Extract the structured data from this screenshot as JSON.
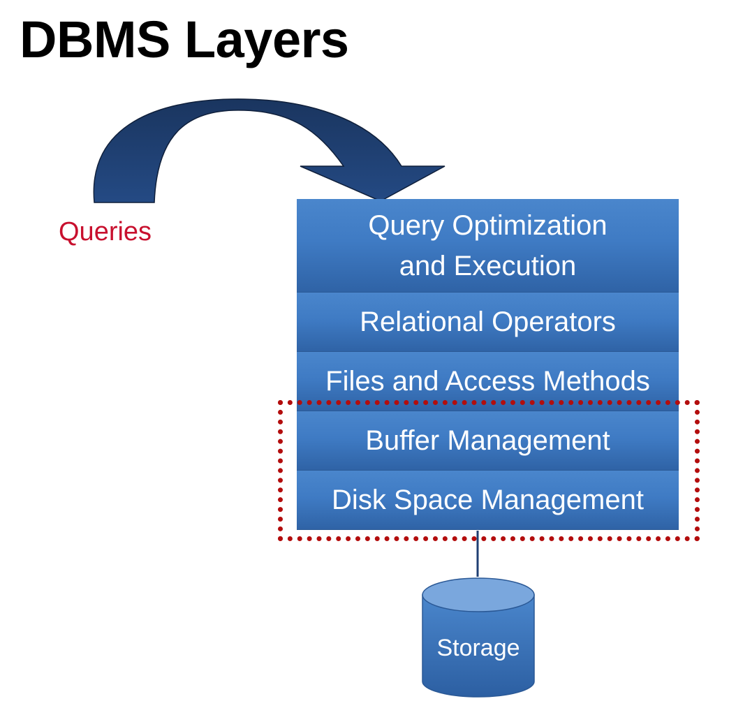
{
  "title": "DBMS Layers",
  "queries_label": "Queries",
  "layers": [
    {
      "line1": "Query Optimization",
      "line2": "and Execution"
    },
    {
      "label": "Relational Operators"
    },
    {
      "label": "Files and Access Methods"
    },
    {
      "label": "Buffer Management"
    },
    {
      "label": "Disk Space Management"
    }
  ],
  "storage_label": "Storage",
  "colors": {
    "layer_blue": "#3f7bc4",
    "arrow_navy": "#1f3f73",
    "queries_red": "#c8102e",
    "highlight_red": "#b30d0d"
  }
}
